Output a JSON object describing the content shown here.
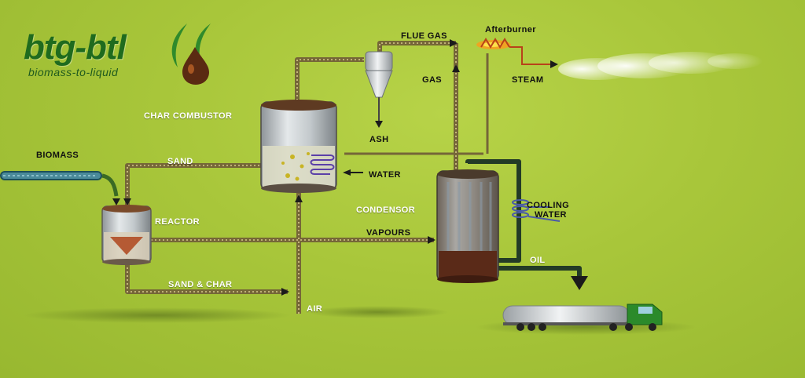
{
  "logo": {
    "brand": "btg-btl",
    "tagline": "biomass-to-liquid",
    "emblem": "leaf-and-oil-drop-icon"
  },
  "labels": {
    "flue_gas": "FLUE GAS",
    "afterburner": "Afterburner",
    "gas": "GAS",
    "steam": "STEAM",
    "ash": "ASH",
    "char_combustor": "CHAR COMBUSTOR",
    "biomass": "BIOMASS",
    "sand": "SAND",
    "water": "WATER",
    "condensor": "CONDENSOR",
    "cooling": "COOLING",
    "cooling_water": "WATER",
    "reactor": "REACTOR",
    "vapours": "VAPOURS",
    "oil": "OIL",
    "sand_char": "SAND & CHAR",
    "air": "AIR"
  },
  "icons": [
    "conveyor-icon",
    "cyclone-icon",
    "heat-exchanger-coil-icon",
    "flame-icon",
    "steam-cloud-icon",
    "tanker-truck-icon",
    "arrow-down-icon",
    "arrow-up-icon",
    "arrow-right-icon",
    "arrow-left-icon"
  ],
  "colors": {
    "background": "#a8c63a",
    "pipe": "#7a6a3a",
    "vessel_glass": "#c9cfd2",
    "sand_fill": "#d8d6b0",
    "oil_fill": "#5a2a18",
    "flame": "#ff8a1a",
    "truck_cab": "#2b8a2b",
    "logo_green": "#1f6b1e"
  }
}
